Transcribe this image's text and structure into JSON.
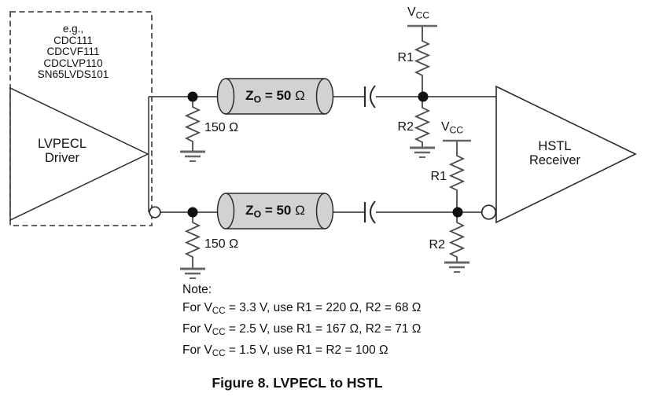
{
  "colors": {
    "wire": "#4a4a4a",
    "outline": "#2b2b2b",
    "cylinder_fill": "#d2d2d2",
    "rail_and_ground": "#666666",
    "text": "#111111"
  },
  "driver": {
    "examples_heading": "e.g.,",
    "examples": [
      "CDC111",
      "CDCVF111",
      "CDCLVP110",
      "SN65LVDS101"
    ],
    "label": {
      "line1": "LVPECL",
      "line2": "Driver"
    }
  },
  "receiver": {
    "label": {
      "line1": "HSTL",
      "line2": "Receiver"
    }
  },
  "transmission_line_top": {
    "z": "Z",
    "sub": "O",
    "eq": " = 50 ",
    "omega": "Ω"
  },
  "transmission_line_bottom": {
    "z": "Z",
    "sub": "O",
    "eq": " = 50 ",
    "omega": "Ω"
  },
  "supplies": {
    "vcc_top": {
      "v": "V",
      "sub": "CC"
    },
    "vcc_bottom": {
      "v": "V",
      "sub": "CC"
    }
  },
  "resistors": {
    "r150_top": "150 Ω",
    "r150_bottom": "150 Ω",
    "r1_top": "R1",
    "r2_top": "R2",
    "r1_bottom": "R1",
    "r2_bottom": "R2"
  },
  "note": {
    "heading": "Note:",
    "lines": [
      {
        "prefix": "For V",
        "sub": "CC",
        "rest": " = 3.3 V, use R1 = 220 Ω, R2 = 68 Ω"
      },
      {
        "prefix": "For V",
        "sub": "CC",
        "rest": " = 2.5 V, use R1 = 167 Ω, R2 = 71 Ω"
      },
      {
        "prefix": "For V",
        "sub": "CC",
        "rest": " = 1.5 V, use R1 = R2 = 100 Ω"
      }
    ]
  },
  "caption": "Figure 8. LVPECL to HSTL"
}
